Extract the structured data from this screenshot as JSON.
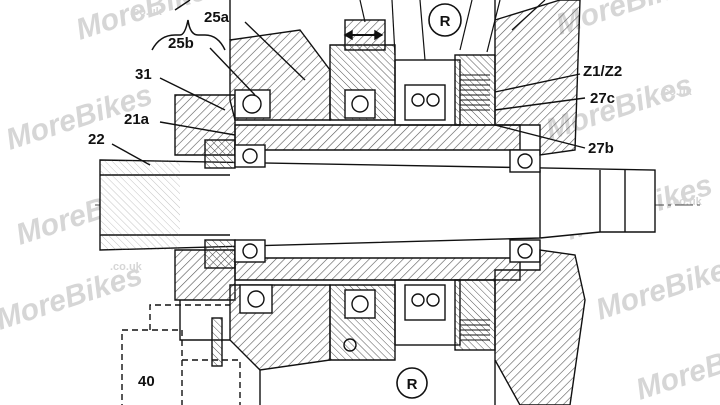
{
  "watermark": {
    "brand": "MoreBikes",
    "domain": ".co.uk"
  },
  "labels": {
    "l25a": "25a",
    "l25b": "25b",
    "l31": "31",
    "l21a": "21a",
    "l22": "22",
    "lR_top": "R",
    "lR_bottom": "R",
    "lZ1Z2": "Z1/Z2",
    "l27c": "27c",
    "l27b": "27b",
    "l40": "40"
  },
  "colors": {
    "line": "#111111",
    "hatch": "#555555",
    "watermark": "#d6d6d6"
  }
}
